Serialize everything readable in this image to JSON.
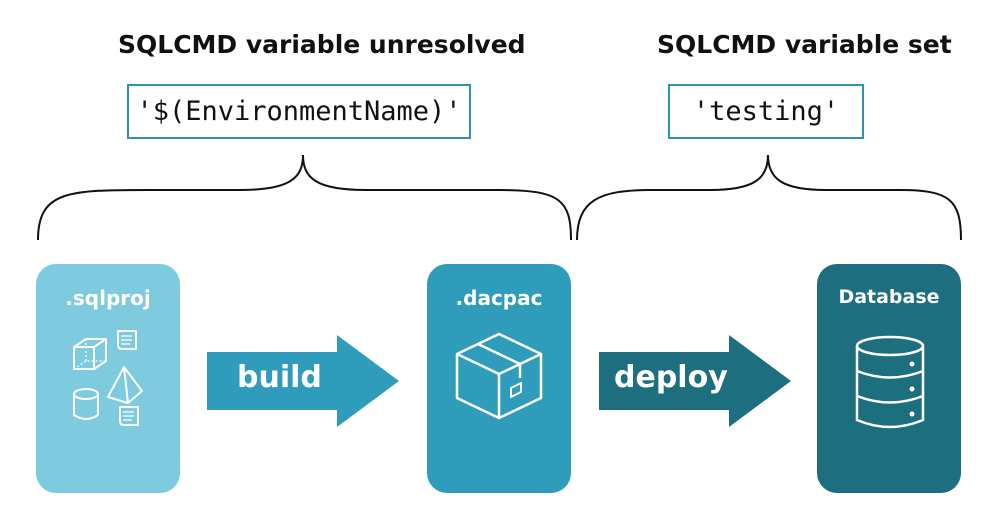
{
  "headings": {
    "left": "SQLCMD variable unresolved",
    "right": "SQLCMD variable set"
  },
  "code": {
    "left": "'$(EnvironmentName)'",
    "right": "'testing'"
  },
  "cards": {
    "sqlproj": {
      "title": ".sqlproj",
      "color": "#7ecbdf",
      "icon": "project-files-icon"
    },
    "dacpac": {
      "title": ".dacpac",
      "color": "#2e9cba",
      "icon": "package-box-icon"
    },
    "database": {
      "title": "Database",
      "color": "#1d6e7f",
      "icon": "database-icon"
    }
  },
  "arrows": {
    "build": {
      "label": "build",
      "color": "#2e9cba"
    },
    "deploy": {
      "label": "deploy",
      "color": "#1d6e7f"
    }
  },
  "colors": {
    "box_border": "#2e93ad",
    "brace": "#111111"
  }
}
